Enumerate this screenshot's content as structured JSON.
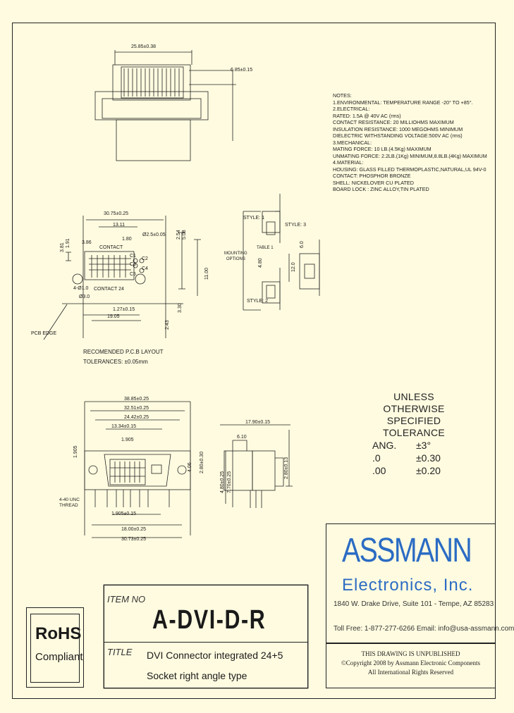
{
  "top_view": {
    "width_dim": "25.85±0.38",
    "side_dim": "6.85±0.15"
  },
  "notes": {
    "heading": "NOTES:",
    "lines": [
      "1.ENVIRONMENTAL: TEMPERATURE RANGE -20° TO +85°.",
      "2.ELECTRICAL:",
      "   RATED: 1.5A @ 40V AC (rms)",
      "   CONTACT RESISTANCE: 20 MILLIOHMS MAXIMUM",
      "   INSULATION RESISTANCE: 1000 MEGOHMS MINIMUM",
      "   DIELECTRIC WITHSTANDING VOLTAGE:500V AC (rms)",
      "3.MECHANICAL:",
      "   MATING FORCE: 10 LB.(4.5Kg) MAXIMUM",
      "   UNMATING FORCE: 2.2LB.(1Kg) MINIMUM,8.8LB.(4Kg) MAXIMUM",
      "4.MATERIAL:",
      "   HOUSING: GLASS FILLED THERMOPLASTIC,NATURAL,UL 94V-0",
      "   CONTACT: PHOSPHOR BRONZE",
      "   SHELL: NICKELOVER CU PLATED",
      "   BOARD LOCK : ZINC ALLOY,TIN PLATED"
    ]
  },
  "pcb_layout": {
    "dims": [
      "30.75±0.25",
      "13.11",
      "3.81",
      "1.91",
      "3.86",
      "CONTACT",
      "1.80",
      "2.54",
      "5.08",
      "C1",
      "C3",
      "C2",
      "C4",
      "C5",
      "11.00",
      "CONTACT 24",
      "1.27±0.15",
      "19.05",
      "3.30",
      "2.43",
      "PCB EDGE",
      "4-Ø1.0",
      "Ø3.0",
      "Ø2.5±0.05"
    ],
    "caption": "RECOMENDED P.C.B LAYOUT",
    "tolerance": "TOLERANCES: ±0.05mm"
  },
  "styles": {
    "style1": "STYLE: 1",
    "style3": "STYLE: 3",
    "table1": "TABLE 1",
    "mounting": "MOUNTING\nOPTIONS",
    "style2": "STYLE: 2",
    "dims": [
      "4.80",
      "6.0",
      "12.0"
    ]
  },
  "front_view": {
    "dims": [
      "38.85±0.25",
      "32.51±0.25",
      "24.42±0.25",
      "13.34±0.15",
      "1.905",
      "1.905",
      "1.905±0.15",
      "18.00±0.25",
      "30.73±0.25",
      "4.06",
      "2.80±0.30"
    ],
    "thread": "4-40 UNC\nTHREAD"
  },
  "side_view": {
    "dims": [
      "17.90±0.15",
      "6.10",
      "4.80±0.25",
      "7.70±0.25",
      "2.80±0.13"
    ]
  },
  "tolerance_table": {
    "heading_1": "UNLESS OTHERWISE",
    "heading_2": "SPECIFIED TOLERANCE",
    "rows": [
      {
        "label": "ANG.",
        "value": "±3°"
      },
      {
        "label": ".0",
        "value": "±0.30"
      },
      {
        "label": ".00",
        "value": "±0.20"
      }
    ]
  },
  "company": {
    "name": "ASSMANN",
    "sub": "Electronics, Inc.",
    "address": "1840 W. Drake Drive, Suite 101 - Tempe, AZ 85283",
    "contact": "Toll Free: 1-877-277-6266   Email: info@usa-assmann.com"
  },
  "copyright": {
    "line1": "THIS DRAWING IS UNPUBLISHED",
    "line2": "©Copyright 2008 by Assmann Electronic Components",
    "line3": "All International Rights Reserved"
  },
  "item": {
    "item_label": "ITEM NO",
    "item_number": "A-DVI-D-R",
    "title_label": "TITLE",
    "title_line1": "DVI Connector integrated 24+5",
    "title_line2": "Socket right angle type"
  },
  "rohs": {
    "title": "RoHS",
    "sub": "Compliant"
  },
  "colors": {
    "paper": "#fffbe0",
    "logo_blue": "#2b6cc4",
    "ink": "#1a1a1a"
  }
}
